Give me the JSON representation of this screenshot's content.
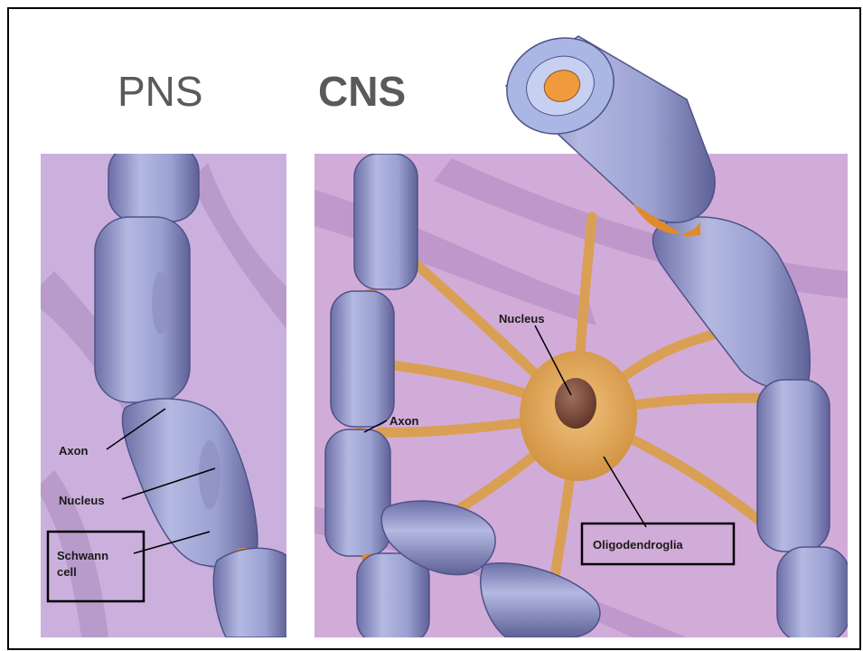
{
  "headings": {
    "left": "PNS",
    "right": "CNS"
  },
  "pns_labels": {
    "axon": "Axon",
    "nucleus": "Nucleus",
    "schwann_line1": "Schwann",
    "schwann_line2": "cell"
  },
  "cns_labels": {
    "nucleus": "Nucleus",
    "axon": "Axon",
    "oligodendroglia": "Oligodendroglia"
  },
  "colors": {
    "background_panel": "#c9a6d4",
    "myelin": "#a7acd6",
    "oligodendrocyte": "#e2aa5a",
    "node": "#e08a2a",
    "cell_nucleus": "#7a4a3a"
  }
}
